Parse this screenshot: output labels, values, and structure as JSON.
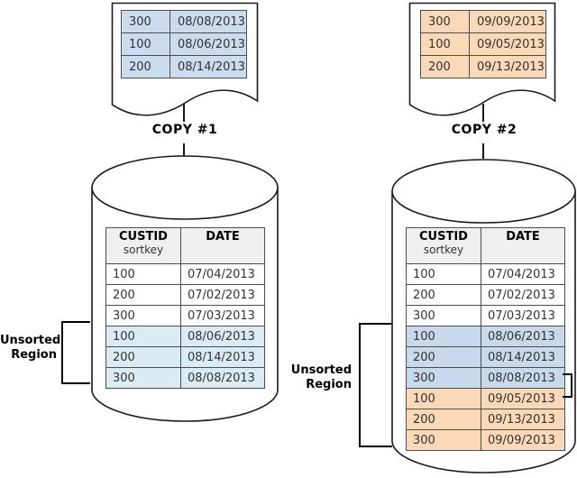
{
  "copy1": {
    "label": "COPY #1",
    "rows": [
      {
        "custid": "300",
        "date": "08/08/2013"
      },
      {
        "custid": "100",
        "date": "08/06/2013"
      },
      {
        "custid": "200",
        "date": "08/14/2013"
      }
    ]
  },
  "copy2": {
    "label": "COPY #2",
    "rows": [
      {
        "custid": "300",
        "date": "09/09/2013"
      },
      {
        "custid": "100",
        "date": "09/05/2013"
      },
      {
        "custid": "200",
        "date": "09/13/2013"
      }
    ]
  },
  "table_header": {
    "custid": "CUSTID",
    "sortkey": "sortkey",
    "date": "DATE"
  },
  "left_cylinder": {
    "unsorted_label_line1": "Unsorted",
    "unsorted_label_line2": "Region",
    "rows": [
      {
        "custid": "100",
        "date": "07/04/2013",
        "region": "sorted"
      },
      {
        "custid": "200",
        "date": "07/02/2013",
        "region": "sorted"
      },
      {
        "custid": "300",
        "date": "07/03/2013",
        "region": "sorted"
      },
      {
        "custid": "100",
        "date": "08/06/2013",
        "region": "unsorted-copy1"
      },
      {
        "custid": "200",
        "date": "08/14/2013",
        "region": "unsorted-copy1"
      },
      {
        "custid": "300",
        "date": "08/08/2013",
        "region": "unsorted-copy1"
      }
    ]
  },
  "right_cylinder": {
    "unsorted_label_line1": "Unsorted",
    "unsorted_label_line2": "Region",
    "rows": [
      {
        "custid": "100",
        "date": "07/04/2013",
        "region": "sorted"
      },
      {
        "custid": "200",
        "date": "07/02/2013",
        "region": "sorted"
      },
      {
        "custid": "300",
        "date": "07/03/2013",
        "region": "sorted"
      },
      {
        "custid": "100",
        "date": "08/06/2013",
        "region": "unsorted-copy1"
      },
      {
        "custid": "200",
        "date": "08/14/2013",
        "region": "unsorted-copy1"
      },
      {
        "custid": "300",
        "date": "08/08/2013",
        "region": "unsorted-copy1"
      },
      {
        "custid": "100",
        "date": "09/05/2013",
        "region": "unsorted-copy2"
      },
      {
        "custid": "200",
        "date": "09/13/2013",
        "region": "unsorted-copy2"
      },
      {
        "custid": "300",
        "date": "09/09/2013",
        "region": "unsorted-copy2"
      }
    ]
  },
  "palette": {
    "copy1_fill": "#CCDCEF",
    "copy2_fill": "#FBD8B8",
    "left_unsorted_fill": "#DAEBF3",
    "right_copy1_fill": "#C9D9EC",
    "right_copy2_fill": "#FBD8B8",
    "header_fill": "#EFEFEF",
    "table_border": "#4D4D4D",
    "outline": "#1A1A1A",
    "text": "#333333"
  }
}
